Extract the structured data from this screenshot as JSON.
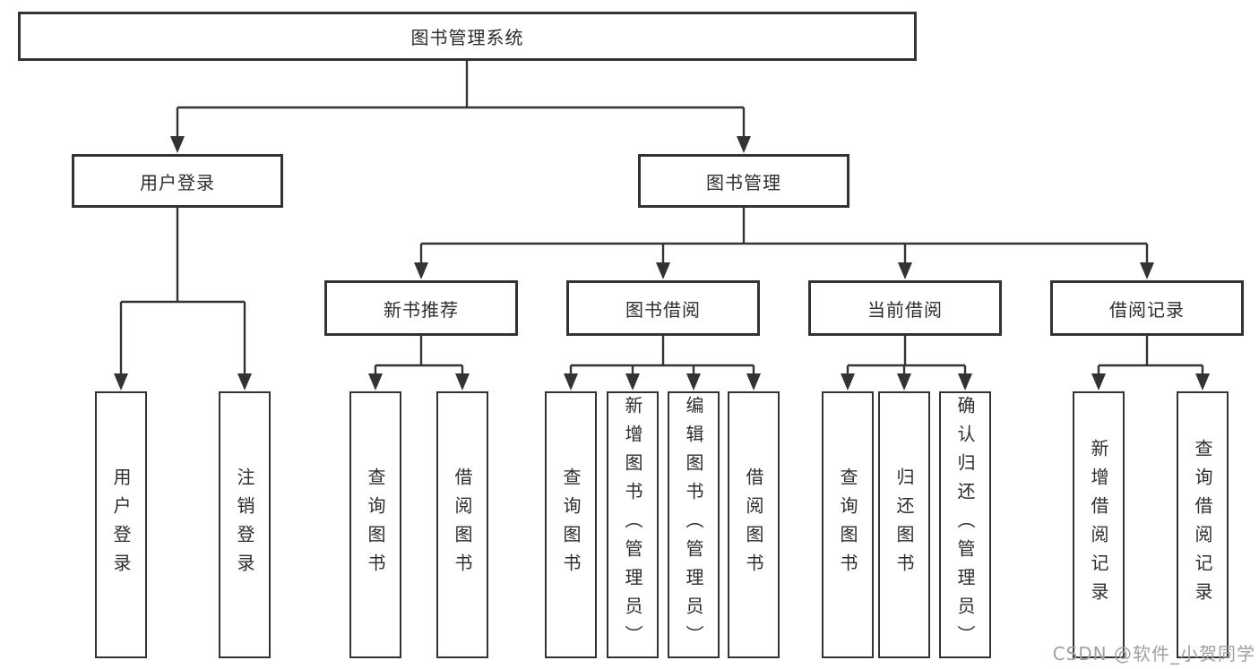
{
  "colors": {
    "line": "#333333",
    "border": "#333333",
    "text": "#2d2d2d",
    "watermark": "#a0a0a0",
    "background": "#ffffff"
  },
  "root": {
    "label": "图书管理系统"
  },
  "level1": [
    {
      "id": "user-login",
      "label": "用户登录",
      "parent": "图书管理系统"
    },
    {
      "id": "book-management",
      "label": "图书管理",
      "parent": "图书管理系统"
    }
  ],
  "level2": [
    {
      "id": "new-book-recommend",
      "label": "新书推荐",
      "parent": "图书管理"
    },
    {
      "id": "book-borrow",
      "label": "图书借阅",
      "parent": "图书管理"
    },
    {
      "id": "current-borrow",
      "label": "当前借阅",
      "parent": "图书管理"
    },
    {
      "id": "borrow-records",
      "label": "借阅记录",
      "parent": "图书管理"
    }
  ],
  "leaves": [
    {
      "label": "用户登录",
      "parent": "用户登录"
    },
    {
      "label": "注销登录",
      "parent": "用户登录"
    },
    {
      "label": "查询图书",
      "parent": "新书推荐"
    },
    {
      "label": "借阅图书",
      "parent": "新书推荐"
    },
    {
      "label": "查询图书",
      "parent": "图书借阅"
    },
    {
      "label": "新增图书（管理员）",
      "parent": "图书借阅"
    },
    {
      "label": "编辑图书（管理员）",
      "parent": "图书借阅"
    },
    {
      "label": "借阅图书",
      "parent": "图书借阅"
    },
    {
      "label": "查询图书",
      "parent": "当前借阅"
    },
    {
      "label": "归还图书",
      "parent": "当前借阅"
    },
    {
      "label": "确认归还（管理员）",
      "parent": "当前借阅"
    },
    {
      "label": "新增借阅记录",
      "parent": "借阅记录"
    },
    {
      "label": "查询借阅记录",
      "parent": "借阅记录"
    }
  ],
  "watermark": {
    "text": "CSDN @软件_小贺同学"
  }
}
